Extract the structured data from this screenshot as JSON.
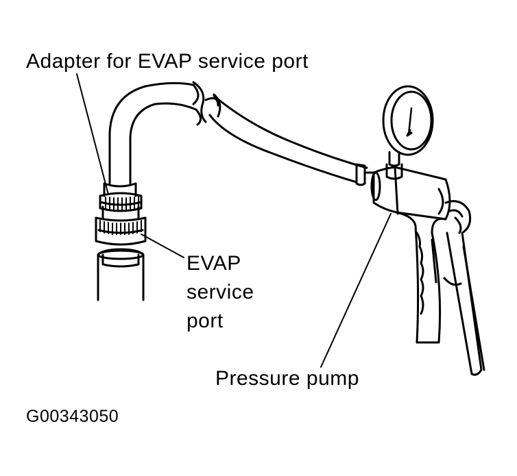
{
  "labels": {
    "adapter": "Adapter for EVAP service port",
    "service_port_line1": "EVAP",
    "service_port_line2": "service",
    "service_port_line3": "port",
    "pressure_pump": "Pressure pump",
    "figure_code": "G00343050"
  },
  "colors": {
    "ink": "#000000",
    "background": "#ffffff"
  }
}
